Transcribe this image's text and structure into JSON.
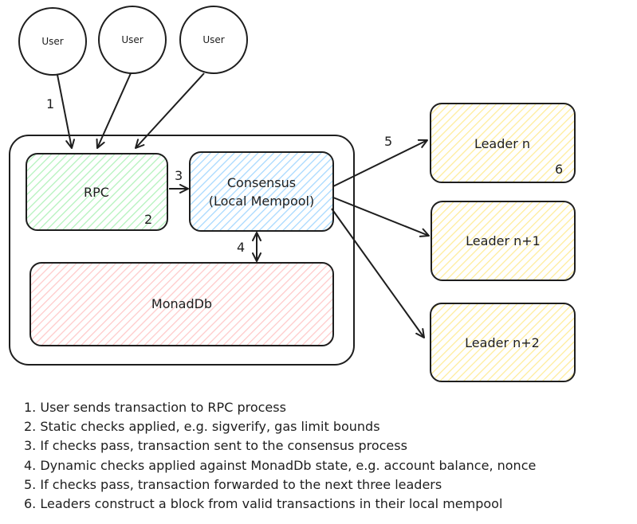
{
  "diagram": {
    "users": [
      "User",
      "User",
      "User"
    ],
    "rpc": "RPC",
    "consensus": {
      "line1": "Consensus",
      "line2": "(Local Mempool)"
    },
    "monaddb": "MonadDb",
    "leaders": [
      "Leader n",
      "Leader n+1",
      "Leader n+2"
    ],
    "step_labels": {
      "s1": "1",
      "s2": "2",
      "s3": "3",
      "s4": "4",
      "s5": "5",
      "s6": "6"
    }
  },
  "notes": [
    "1. User sends transaction to RPC process",
    "2. Static checks applied, e.g. sigverify, gas limit bounds",
    "3. If checks pass, transaction sent to the consensus process",
    "4. Dynamic checks applied against MonadDb state, e.g. account balance, nonce",
    "5. If checks pass, transaction forwarded to the next three leaders",
    "6. Leaders construct a block from valid transactions in their local mempool"
  ],
  "colors": {
    "stroke": "#1e1e1e",
    "rpc_fill": "#b2f2bb",
    "consensus_fill": "#a5d8ff",
    "monaddb_fill": "#ffc9c9",
    "leader_fill": "#ffec99"
  }
}
